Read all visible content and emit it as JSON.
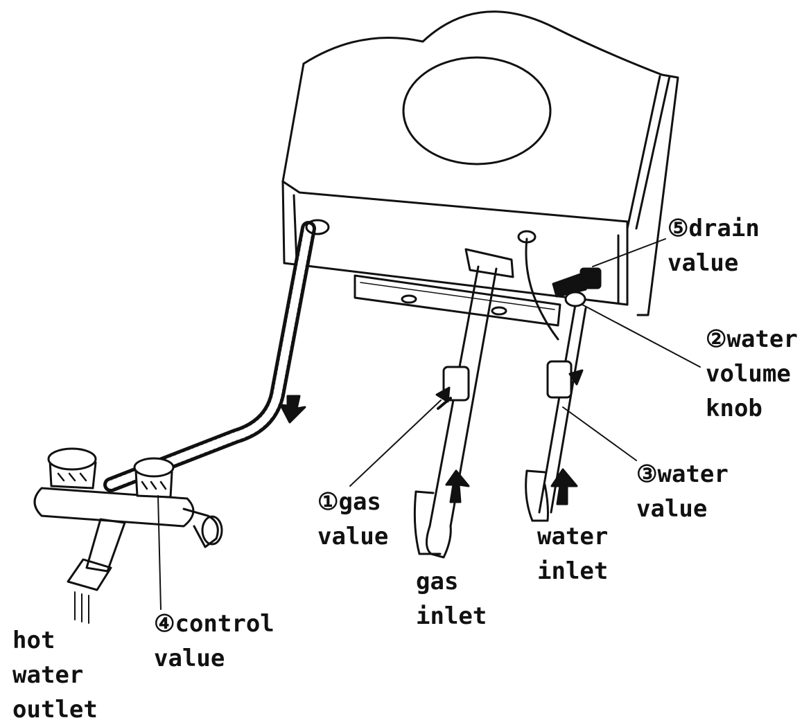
{
  "colors": {
    "ink": "#111111",
    "paper": "#ffffff"
  },
  "labels": {
    "drain_value": {
      "number": "⑤",
      "lines": [
        "drain",
        "value"
      ]
    },
    "water_volume_knob": {
      "number": "②",
      "lines": [
        "water",
        "volume",
        "knob"
      ]
    },
    "water_value": {
      "number": "③",
      "lines": [
        "water",
        "value"
      ]
    },
    "gas_value": {
      "number": "①",
      "lines": [
        "gas",
        "value"
      ]
    },
    "control_value": {
      "number": "④",
      "lines": [
        "control",
        "value"
      ]
    },
    "water_inlet": {
      "lines": [
        "water",
        "inlet"
      ]
    },
    "gas_inlet": {
      "lines": [
        "gas",
        "inlet"
      ]
    },
    "hot_water_outlet": {
      "lines": [
        "hot",
        "water",
        "outlet"
      ]
    }
  },
  "icons": [
    "flow-arrow-down-icon",
    "flow-arrow-up-icon",
    "drain-valve-icon",
    "water-volume-knob-icon",
    "control-knob-icon",
    "gas-valve-icon",
    "water-valve-icon"
  ]
}
